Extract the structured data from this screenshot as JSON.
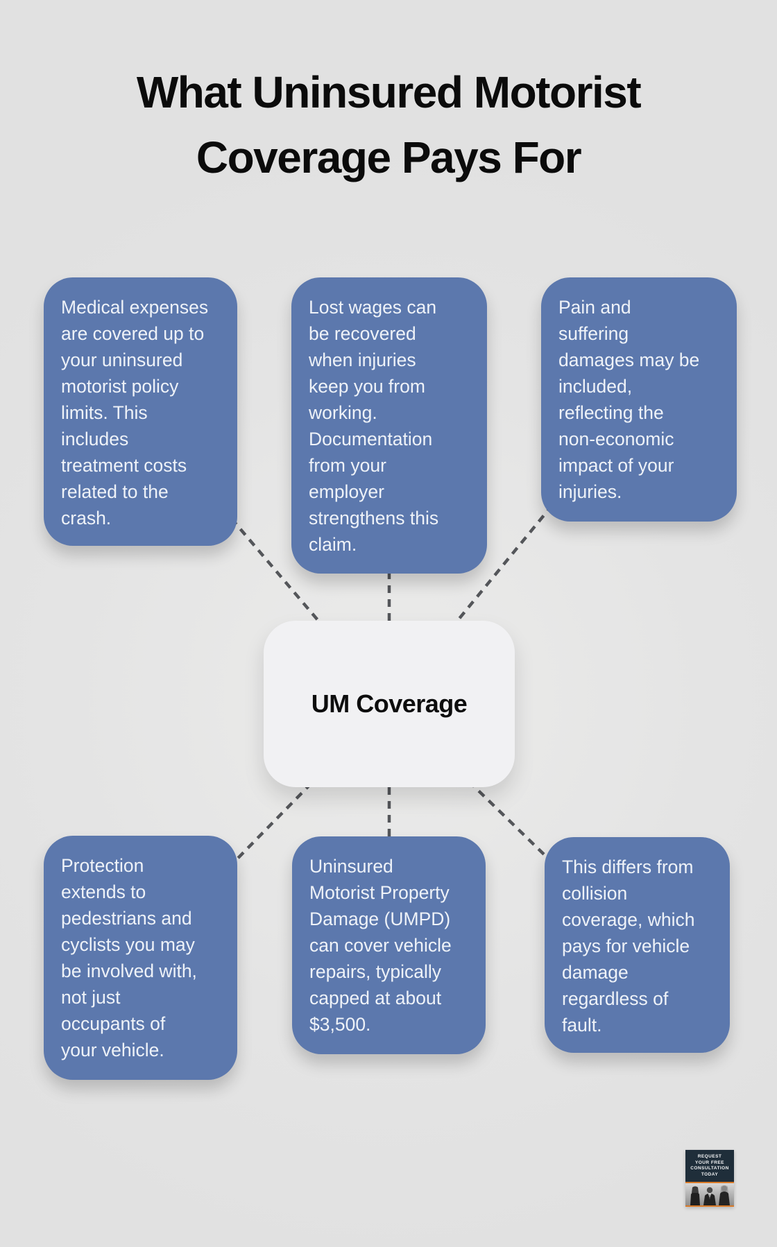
{
  "title": {
    "line1": "What Uninsured Motorist",
    "line2": "Coverage Pays For"
  },
  "center": {
    "label": "UM Coverage"
  },
  "nodes": [
    {
      "id": "medical-expenses",
      "text": "Medical expenses\nare covered up to\nyour uninsured\nmotorist policy\nlimits. This\nincludes\ntreatment costs\nrelated to the\ncrash."
    },
    {
      "id": "lost-wages",
      "text": "Lost wages can\nbe recovered\nwhen injuries\nkeep you from\nworking.\nDocumentation\nfrom your\nemployer\nstrengthens this\nclaim."
    },
    {
      "id": "pain-and-suffering",
      "text": "Pain and\nsuffering\ndamages may be\nincluded,\nreflecting the\nnon-economic\nimpact of your\ninjuries."
    },
    {
      "id": "pedestrians-cyclists",
      "text": "Protection\nextends to\npedestrians and\ncyclists you may\nbe involved with,\nnot just\noccupants of\nyour vehicle."
    },
    {
      "id": "umpd",
      "text": "Uninsured\nMotorist Property\nDamage (UMPD)\ncan cover vehicle\nrepairs, typically\ncapped at about\n$3,500."
    },
    {
      "id": "differs-from-collision",
      "text": "This differs from\ncollision\ncoverage, which\npays for vehicle\ndamage\nregardless of\nfault."
    }
  ],
  "badge": {
    "line1": "REQUEST",
    "line2": "YOUR FREE",
    "line3": "CONSULTATION",
    "line4": "TODAY"
  },
  "colors": {
    "background": "#e3e3e3",
    "node_blue": "#5c78ad",
    "node_text": "#eef2f8",
    "center_fill": "#f1f1f3",
    "connector": "#54565a",
    "badge_navy": "#1f2e3a",
    "badge_orange": "#d97a27"
  }
}
